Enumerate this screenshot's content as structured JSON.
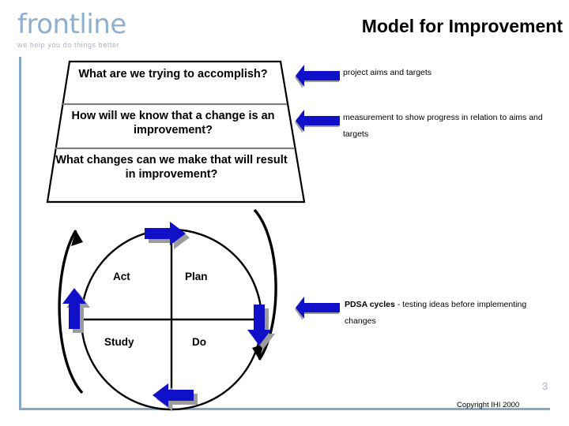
{
  "brand": {
    "wordmark": "frontline",
    "tagline": "we help you do things better",
    "logo_color": "#8FAFCF",
    "rule_color": "#88A8C4"
  },
  "header": {
    "title": "Model for Improvement"
  },
  "model": {
    "questions": [
      "What are we trying to accomplish?",
      "How will we know that a change is an improvement?",
      "What changes can we make that will result in improvement?"
    ]
  },
  "pdsa": {
    "quadrants": {
      "act": "Act",
      "plan": "Plan",
      "study": "Study",
      "do": "Do"
    },
    "arrow_color": "#1010C8",
    "shadow_color": "#9C9C9C"
  },
  "annotations": {
    "aims": "project aims and targets",
    "measurement": "measurement to show progress in relation to aims and targets",
    "pdsa_strong": "PDSA cycles",
    "pdsa_rest": " - testing ideas before implementing changes"
  },
  "footer": {
    "slide_number": "3",
    "copyright": "Copyright IHI 2000"
  }
}
